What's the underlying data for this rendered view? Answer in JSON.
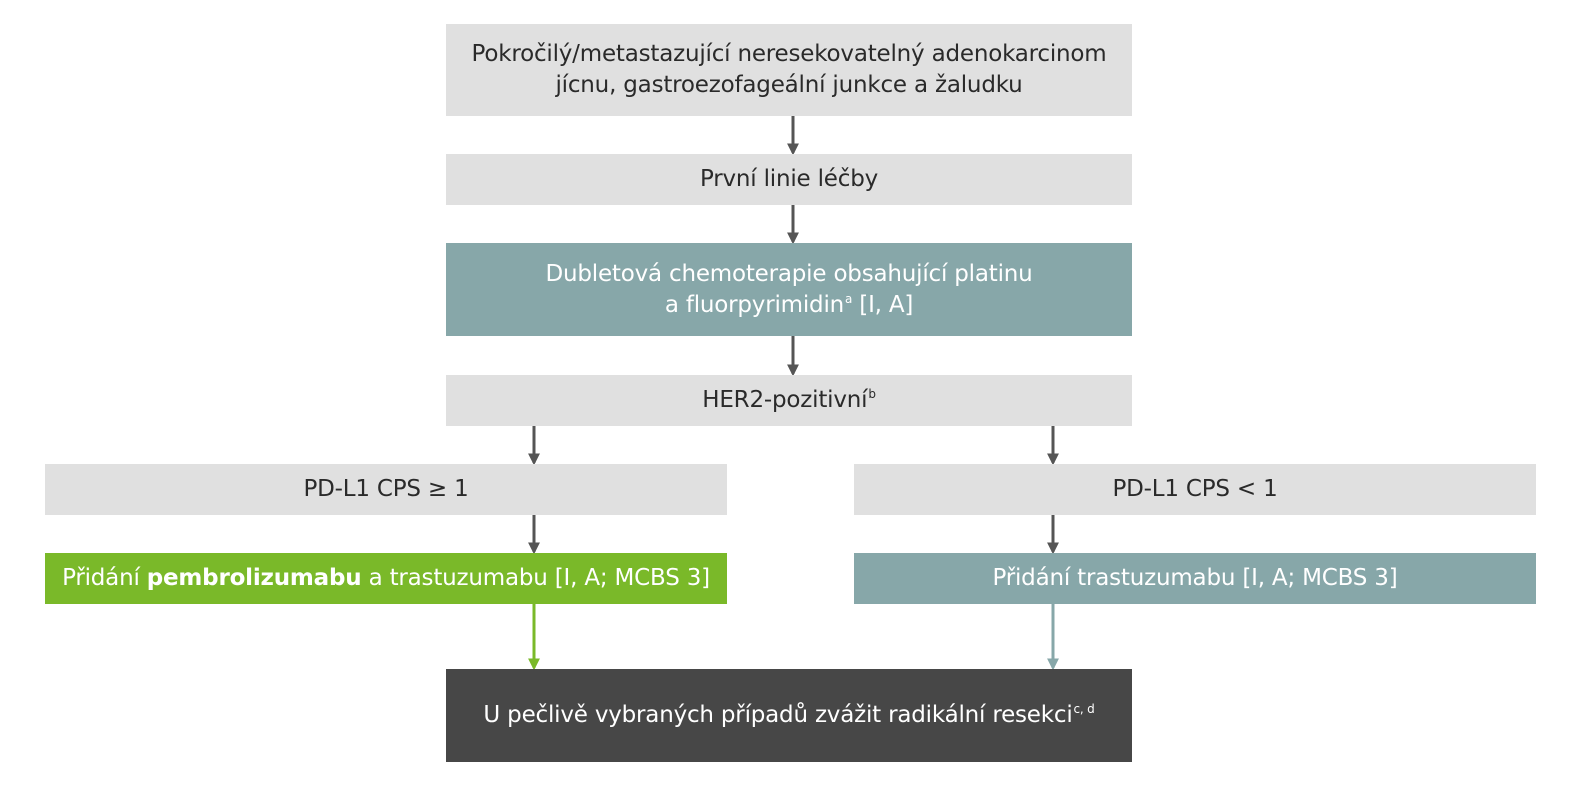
{
  "colors": {
    "gray": "#e0e0e0",
    "teal": "#87a7a9",
    "green": "#7ab929",
    "dark": "#474747",
    "arrow": "#555555"
  },
  "nodes": {
    "start": {
      "line1": "Pokročilý/metastazující neresekovatelný adenokarcinom",
      "line2": "jícnu, gastroezofageální junkce a žaludku"
    },
    "first_line": {
      "label": "První linie léčby"
    },
    "chemo": {
      "line1": "Dubletová chemoterapie obsahující platinu",
      "line2_text": "a fluorpyrimidin",
      "line2_sup": "a",
      "line2_evidence": " [I, A]"
    },
    "her2": {
      "label": "HER2-pozitivní",
      "sup": "b"
    },
    "pdl1_pos": {
      "label": "PD-L1 CPS ≥ 1"
    },
    "pdl1_neg": {
      "label": "PD-L1 CPS < 1"
    },
    "pembro": {
      "prefix": "Přidání ",
      "bold": "pembrolizumabu",
      "suffix": " a trastuzumabu [I, A; MCBS 3]"
    },
    "trastu": {
      "label": "Přidání trastuzumabu [I, A; MCBS 3]"
    },
    "resection": {
      "label": "U pečlivě vybraných případů zvážit radikální resekci",
      "sup": "c, d"
    }
  }
}
